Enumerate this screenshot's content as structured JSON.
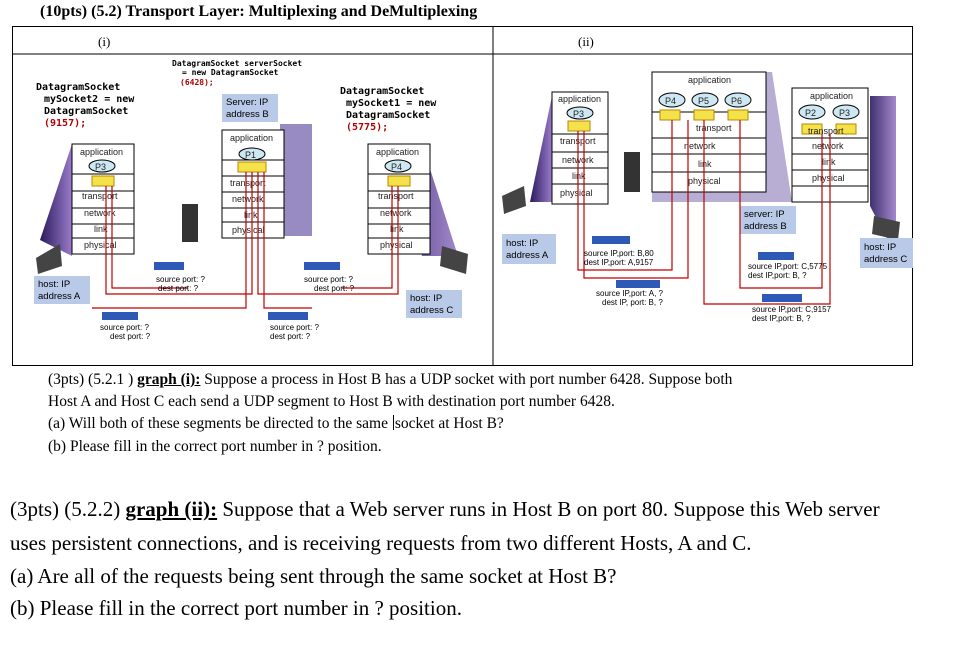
{
  "heading": "(10pts) (5.2)  Transport Layer: Multiplexing and DeMultiplexing",
  "columns": [
    "(i)",
    "(ii)"
  ],
  "graph_i": {
    "server_socket_code": [
      "DatagramSocket serverSocket",
      "= new DatagramSocket",
      "(6428);"
    ],
    "client_a_code": [
      "DatagramSocket",
      "mySocket2 = new",
      "DatagramSocket",
      "(9157);"
    ],
    "client_c_code": [
      "DatagramSocket",
      "mySocket1 = new",
      "DatagramSocket",
      "(5775);"
    ],
    "server_label": [
      "Server: IP",
      "address B"
    ],
    "host_a": [
      "host: IP",
      "address A"
    ],
    "host_c": [
      "host: IP",
      "address C"
    ],
    "layers": [
      "application",
      "transport",
      "network",
      "link",
      "physical"
    ],
    "proc_a": "P3",
    "proc_b": "P1",
    "proc_c": "P4",
    "src_port_q": "source port: ?",
    "dst_port_q": "dest port: ?"
  },
  "graph_ii": {
    "layers": [
      "application",
      "transport",
      "network",
      "link",
      "physical"
    ],
    "proc_a": "P3",
    "server_procs": [
      "P4",
      "P5",
      "P6"
    ],
    "proc_c": [
      "P2",
      "P3"
    ],
    "server_label": [
      "server: IP",
      "address B"
    ],
    "host_a": [
      "host: IP",
      "address A"
    ],
    "host_c": [
      "host: IP",
      "address C"
    ],
    "seg1": [
      "source IP,port: B,80",
      "dest IP,port: A,9157"
    ],
    "seg2": [
      "source IP,port: A, ?",
      "dest IP, port: B, ?"
    ],
    "seg3": [
      "source IP,port: C,5775",
      "dest IP,port: B, ?"
    ],
    "seg4": [
      "source IP,port: C,9157",
      "dest IP,port: B, ?"
    ]
  },
  "q1": {
    "intro_prefix": "(3pts) (5.2.1 ) ",
    "intro_label": "graph (i):",
    "intro_rest": " Suppose a process in Host B has a UDP socket with port number 6428. Suppose both",
    "line2": "Host A and Host C each send a UDP segment to Host B with destination port number 6428.",
    "a_before": "(a) Will both of these segments be directed to the same ",
    "a_after": "socket at Host B?",
    "b": "(b) Please fill in the correct port number in ? position."
  },
  "q2": {
    "intro_prefix": "(3pts) (5.2.2) ",
    "intro_label": "graph (ii):",
    "intro_rest": " Suppose that a Web server runs in Host B on port 80. Suppose this Web server",
    "line2": "uses persistent connections, and is receiving requests from two different Hosts, A and C.",
    "a": "(a) Are all of the requests being sent through the same socket at Host B?",
    "b": "(b) Please fill in the correct port number in ? position."
  }
}
